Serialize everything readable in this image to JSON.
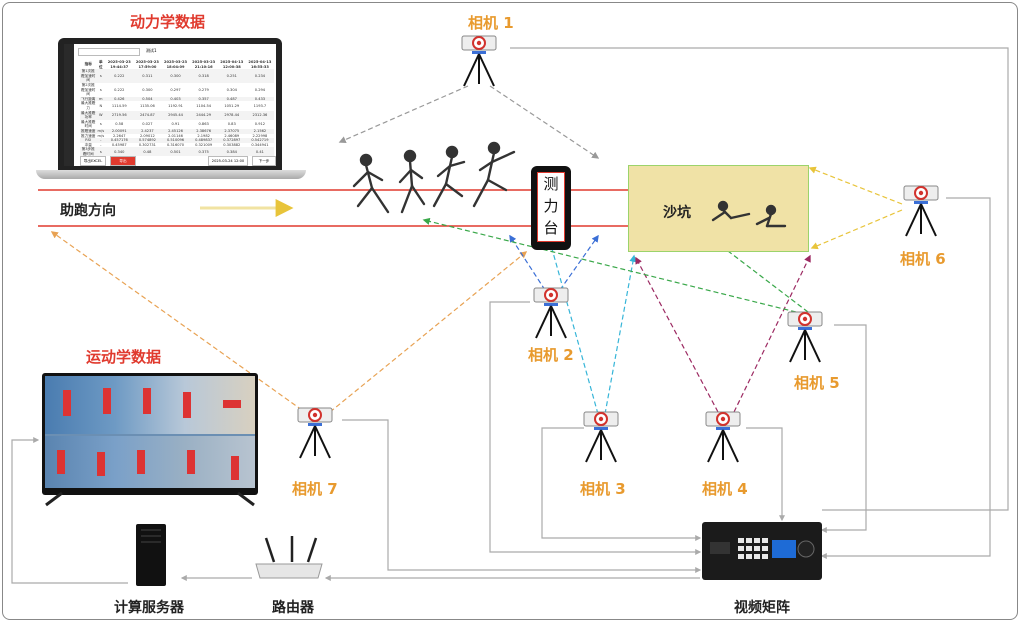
{
  "labels": {
    "dynamics": "动力学数据",
    "kinematics": "运动学数据",
    "runup": "助跑方向",
    "plate": [
      "测",
      "力",
      "台"
    ],
    "sandpit": "沙坑",
    "server": "计算服务器",
    "router": "路由器",
    "matrix": "视频矩阵"
  },
  "cameras": [
    "相机 1",
    "相机 2",
    "相机 3",
    "相机 4",
    "相机 5",
    "相机 6",
    "相机 7"
  ],
  "laptop": {
    "tab": "测试1",
    "header": [
      "指标",
      "单位",
      "2025-03-23 19:44:37",
      "2025-03-23 17:59:00",
      "2025-03-23 18:04:09",
      "2025-03-23 21:10:16",
      "2025-04-13 12:00:38",
      "2025-04-13 16:55:33"
    ],
    "rows": [
      [
        "第1次推蹬加速时间",
        "s",
        "0.222",
        "0.311",
        "0.300",
        "0.318",
        "0.251",
        "0.234"
      ],
      [
        "第2次推蹬加速时间",
        "s",
        "0.222",
        "0.300",
        "0.297",
        "0.279",
        "0.304",
        "0.294"
      ],
      [
        "飞行距离",
        "m",
        "0.426",
        "0.504",
        "0.403",
        "0.357",
        "0.487",
        "0.433"
      ],
      [
        "最大推蹬力",
        "N",
        "1114.59",
        "1135.06",
        "1192.91",
        "1104.54",
        "1051.29",
        "1193.7"
      ],
      [
        "最大推蹬功率",
        "W",
        "2719.56",
        "2474.87",
        "2945.44",
        "2444.29",
        "2978.44",
        "2312.36"
      ],
      [
        "最大推蹬时间",
        "s",
        "0.58",
        "0.027",
        "0.91",
        "0.863",
        "0.83",
        "0.912"
      ],
      [
        "推蹬速度",
        "m/s",
        "2.00091",
        "2.4237",
        "2.45126",
        "2.38676",
        "2.37075",
        "2.1562"
      ],
      [
        "推力速度",
        "m/s",
        "2.2647",
        "2.09012",
        "2.01146",
        "2.1982",
        "2.46089",
        "2.22998"
      ],
      [
        "RSI",
        "-",
        "0.457176",
        "0.574892",
        "0.510096",
        "0.489837",
        "0.372897",
        "0.542719"
      ],
      [
        "冲量",
        "-",
        "0.45987",
        "0.302731",
        "0.316070",
        "0.321009",
        "0.303882",
        "0.344941"
      ],
      [
        "第3步推蹬时间",
        "s",
        "0.340",
        "0.48",
        "0.501",
        "0.375",
        "0.384",
        "0.41"
      ]
    ],
    "buttons": [
      "导出EXCEL",
      "导出",
      "2025-03-24 12:00",
      "下一步"
    ]
  }
}
